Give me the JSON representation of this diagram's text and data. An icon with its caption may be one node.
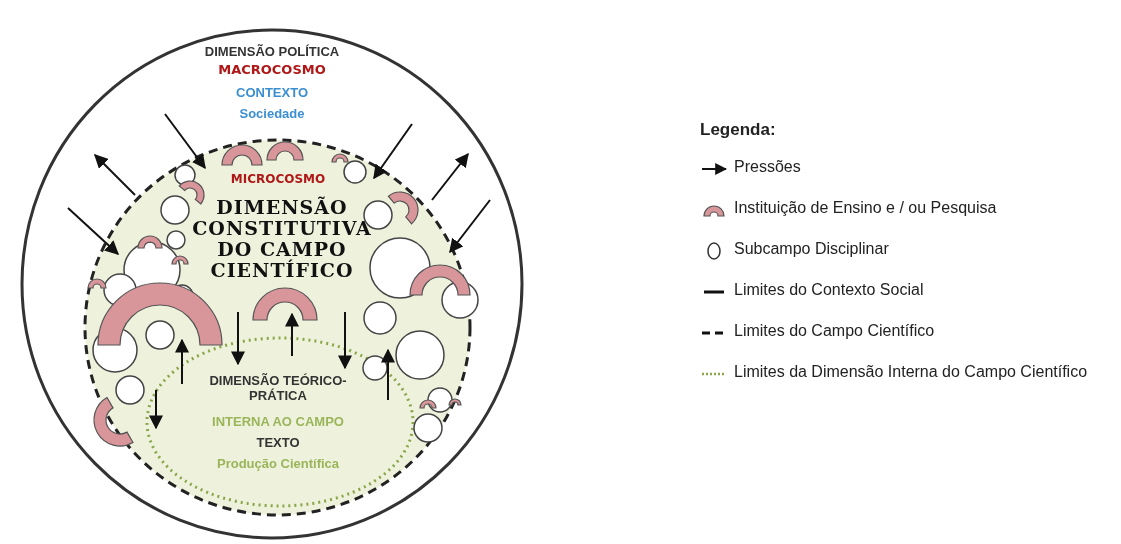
{
  "diagram": {
    "nodes": [
      {
        "text": [
          "DIMENSÃO POLÍTICA",
          "MACROCOSMO",
          "CONTEXTO",
          "Sociedade"
        ]
      },
      {
        "text": [
          "MICROCOSMO",
          "DIMENSÃO CONSTITUTIVA DO CAMPO CIENTÍFICO"
        ],
        "in": 0
      },
      {
        "text": [
          "DIMENSÃO TEÓRICO-PRÁTICA",
          "INTERNA AO CAMPO",
          "TEXTO",
          "Produção Científica"
        ],
        "in": 1
      }
    ],
    "labels": [
      "Legenda:"
    ],
    "legend": [
      {
        "text": "Pressões"
      },
      {
        "text": "Instituição de Ensino e / ou Pesquisa"
      },
      {
        "text": "Subcampo Disciplinar"
      },
      {
        "text": "Limites do Contexto Social"
      },
      {
        "text": "Limites do Campo Científico"
      },
      {
        "text": "Limites da Dimensão Interna do Campo Científico"
      }
    ]
  }
}
